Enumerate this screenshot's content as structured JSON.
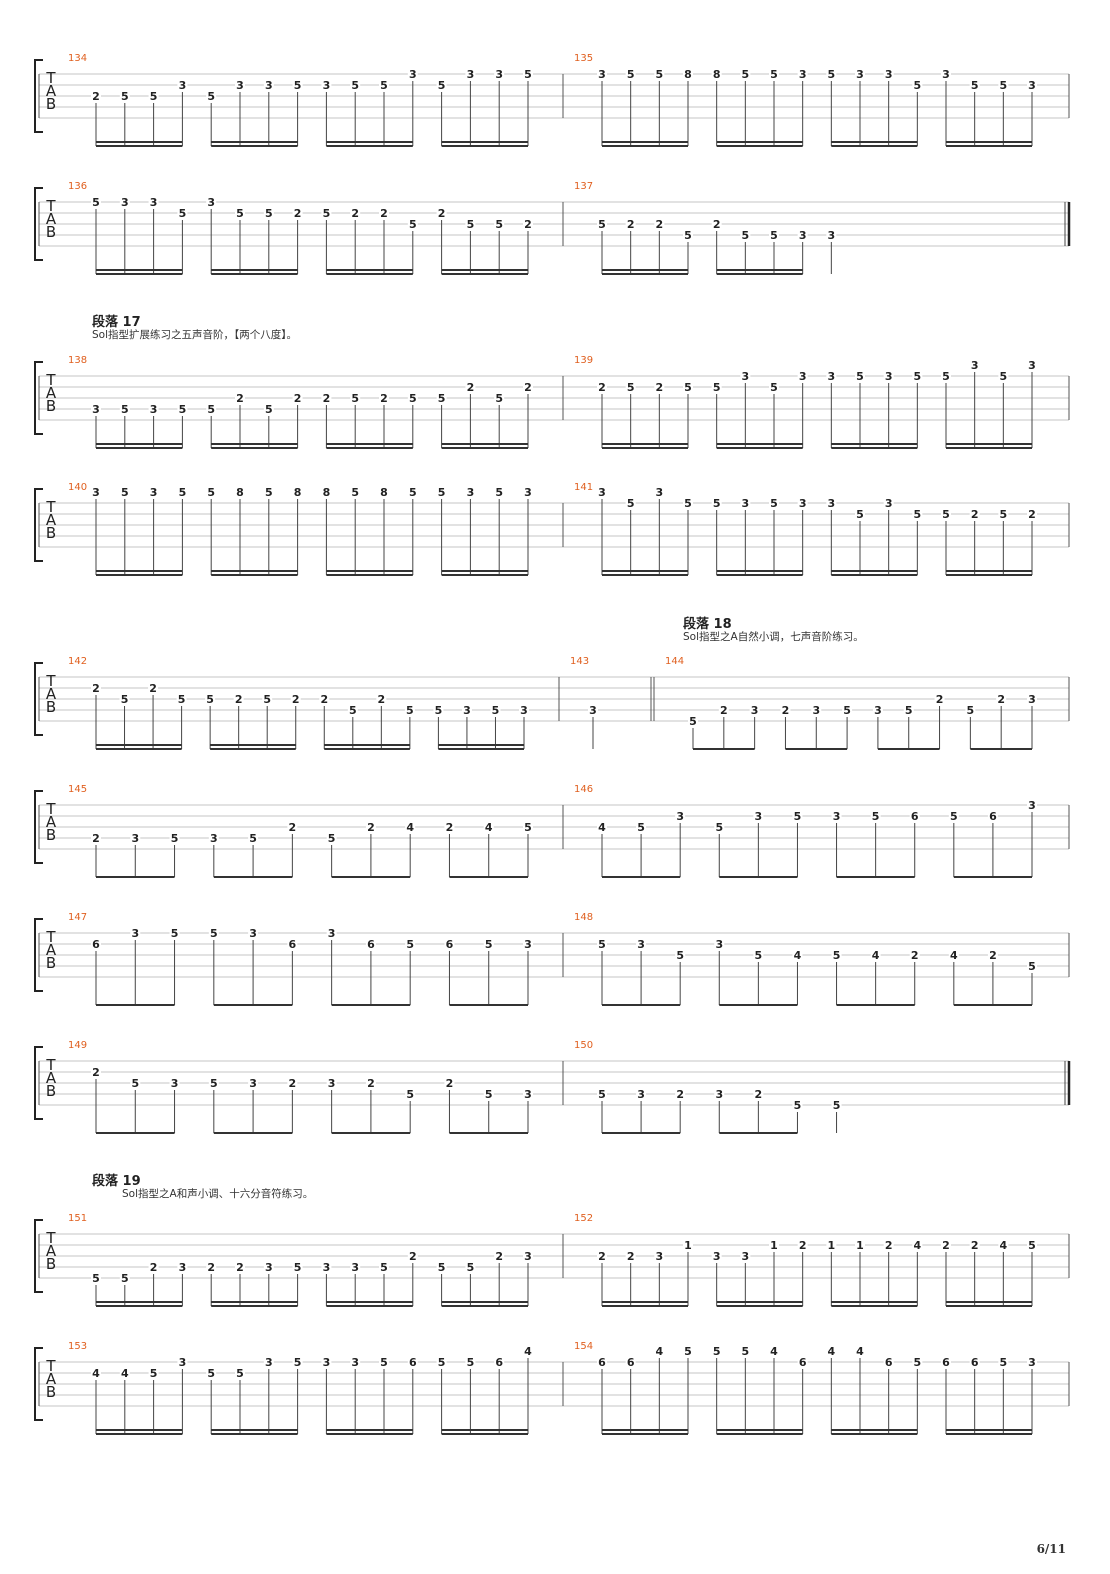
{
  "page_number": "6/11",
  "tab_letters": [
    "T",
    "A",
    "B"
  ],
  "sections": [
    {
      "heading": "段落 17",
      "description": "Sol指型扩展练习之五声音阶，【两个八度】。"
    },
    {
      "heading": "段落 18",
      "description": "Sol指型之A自然小调，七声音阶练习。"
    },
    {
      "heading": "段落 19",
      "description": "Sol指型之A和声小调、十六分音符练习。"
    }
  ],
  "systems": [
    {
      "measures": [
        {
          "number": "134",
          "groups": [
            [
              "2:2",
              "5:2",
              "5:2",
              "3:1"
            ],
            [
              "5:2",
              "3:1",
              "3:1",
              "5:1"
            ],
            [
              "3:1",
              "5:1",
              "5:1",
              "3:0"
            ],
            [
              "5:1",
              "3:0",
              "3:0",
              "5:0"
            ]
          ],
          "beam": "double"
        },
        {
          "number": "135",
          "groups": [
            [
              "3:0",
              "5:0",
              "5:0",
              "8:0"
            ],
            [
              "8:0",
              "5:0",
              "5:0",
              "3:0"
            ],
            [
              "5:0",
              "3:0",
              "3:0",
              "5:1"
            ],
            [
              "3:0",
              "5:1",
              "5:1",
              "3:1"
            ]
          ],
          "beam": "double"
        }
      ]
    },
    {
      "measures": [
        {
          "number": "136",
          "groups": [
            [
              "5:0",
              "3:0",
              "3:0",
              "5:1"
            ],
            [
              "3:0",
              "5:1",
              "5:1",
              "2:1"
            ],
            [
              "5:1",
              "2:1",
              "2:1",
              "5:2"
            ],
            [
              "2:1",
              "5:2",
              "5:2",
              "2:2"
            ]
          ],
          "beam": "double"
        },
        {
          "number": "137",
          "groups": [
            [
              "5:2",
              "2:2",
              "2:2",
              "5:3"
            ],
            [
              "2:2",
              "5:3",
              "5:3",
              "3:3"
            ],
            [
              "3:3"
            ]
          ],
          "beam": "double"
        }
      ],
      "final_bar": true
    },
    {
      "measures": [
        {
          "number": "138",
          "groups": [
            [
              "3:3",
              "5:3",
              "3:3",
              "5:3"
            ],
            [
              "5:3",
              "2:2",
              "5:3",
              "2:2"
            ],
            [
              "2:2",
              "5:2",
              "2:2",
              "5:2"
            ],
            [
              "5:2",
              "2:1",
              "5:2",
              "2:1"
            ]
          ],
          "beam": "double"
        },
        {
          "number": "139",
          "groups": [
            [
              "2:1",
              "5:1",
              "2:1",
              "5:1"
            ],
            [
              "5:1",
              "3:0",
              "5:1",
              "3:0"
            ],
            [
              "3:0",
              "5:0",
              "3:0",
              "5:0"
            ],
            [
              "5:0",
              "3:-1",
              "5:0",
              "3:-1"
            ]
          ],
          "beam": "double"
        }
      ]
    },
    {
      "measures": [
        {
          "number": "140",
          "groups": [
            [
              "3:-1",
              "5:-1",
              "3:-1",
              "5:-1"
            ],
            [
              "5:-1",
              "8:-1",
              "5:-1",
              "8:-1"
            ],
            [
              "8:-1",
              "5:-1",
              "8:-1",
              "5:-1"
            ],
            [
              "5:-1",
              "3:-1",
              "5:-1",
              "3:-1"
            ]
          ],
          "beam": "double"
        },
        {
          "number": "141",
          "groups": [
            [
              "3:-1",
              "5:0",
              "3:-1",
              "5:0"
            ],
            [
              "5:0",
              "3:0",
              "5:0",
              "3:0"
            ],
            [
              "3:0",
              "5:1",
              "3:0",
              "5:1"
            ],
            [
              "5:1",
              "2:1",
              "5:1",
              "2:1"
            ]
          ],
          "beam": "double"
        }
      ]
    },
    {
      "measures": [
        {
          "number": "142",
          "groups": [
            [
              "2:1",
              "5:2",
              "2:1",
              "5:2"
            ],
            [
              "5:2",
              "2:2",
              "5:2",
              "2:2"
            ],
            [
              "2:2",
              "5:3",
              "2:2",
              "5:3"
            ],
            [
              "5:3",
              "3:3",
              "5:3",
              "3:3"
            ]
          ],
          "beam": "double"
        },
        {
          "number": "143",
          "groups": [
            [
              "3:3"
            ]
          ],
          "beam": "none"
        },
        {
          "number": "144",
          "groups": [
            [
              "5:4",
              "2:3",
              "3:3"
            ],
            [
              "2:3",
              "3:3",
              "5:3"
            ],
            [
              "3:3",
              "5:3",
              "2:2"
            ],
            [
              "5:3",
              "2:2",
              "3:2"
            ]
          ],
          "beam": "single"
        }
      ]
    },
    {
      "measures": [
        {
          "number": "145",
          "groups": [
            [
              "2:3",
              "3:3",
              "5:3"
            ],
            [
              "3:3",
              "5:3",
              "2:2"
            ],
            [
              "5:3",
              "2:2",
              "4:2"
            ],
            [
              "2:2",
              "4:2",
              "5:2"
            ]
          ],
          "beam": "single"
        },
        {
          "number": "146",
          "groups": [
            [
              "4:2",
              "5:2",
              "3:1"
            ],
            [
              "5:2",
              "3:1",
              "5:1"
            ],
            [
              "3:1",
              "5:1",
              "6:1"
            ],
            [
              "5:1",
              "6:1",
              "3:0"
            ]
          ],
          "beam": "single"
        }
      ]
    },
    {
      "measures": [
        {
          "number": "147",
          "groups": [
            [
              "6:1",
              "3:0",
              "5:0"
            ],
            [
              "5:0",
              "3:0",
              "6:1"
            ],
            [
              "3:0",
              "6:1",
              "5:1"
            ],
            [
              "6:1",
              "5:1",
              "3:1"
            ]
          ],
          "beam": "single"
        },
        {
          "number": "148",
          "groups": [
            [
              "5:1",
              "3:1",
              "5:2"
            ],
            [
              "3:1",
              "5:2",
              "4:2"
            ],
            [
              "5:2",
              "4:2",
              "2:2"
            ],
            [
              "4:2",
              "2:2",
              "5:3"
            ]
          ],
          "beam": "single"
        }
      ]
    },
    {
      "measures": [
        {
          "number": "149",
          "groups": [
            [
              "2:1",
              "5:2",
              "3:2"
            ],
            [
              "5:2",
              "3:2",
              "2:2"
            ],
            [
              "3:2",
              "2:2",
              "5:3"
            ],
            [
              "2:2",
              "5:3",
              "3:3"
            ]
          ],
          "beam": "single"
        },
        {
          "number": "150",
          "groups": [
            [
              "5:3",
              "3:3",
              "2:3"
            ],
            [
              "3:3",
              "2:3",
              "5:4"
            ],
            [
              "5:4"
            ]
          ],
          "beam": "single"
        }
      ],
      "final_bar": true
    },
    {
      "measures": [
        {
          "number": "151",
          "groups": [
            [
              "5:4",
              "5:4",
              "2:3",
              "3:3"
            ],
            [
              "2:3",
              "2:3",
              "3:3",
              "5:3"
            ],
            [
              "3:3",
              "3:3",
              "5:3",
              "2:2"
            ],
            [
              "5:3",
              "5:3",
              "2:2",
              "3:2"
            ]
          ],
          "beam": "double"
        },
        {
          "number": "152",
          "groups": [
            [
              "2:2",
              "2:2",
              "3:2",
              "1:1"
            ],
            [
              "3:2",
              "3:2",
              "1:1",
              "2:1"
            ],
            [
              "1:1",
              "1:1",
              "2:1",
              "4:1"
            ],
            [
              "2:1",
              "2:1",
              "4:1",
              "5:1"
            ]
          ],
          "beam": "double"
        }
      ]
    },
    {
      "measures": [
        {
          "number": "153",
          "groups": [
            [
              "4:1",
              "4:1",
              "5:1",
              "3:0"
            ],
            [
              "5:1",
              "5:1",
              "3:0",
              "5:0"
            ],
            [
              "3:0",
              "3:0",
              "5:0",
              "6:0"
            ],
            [
              "5:0",
              "5:0",
              "6:0",
              "4:-1"
            ]
          ],
          "beam": "double"
        },
        {
          "number": "154",
          "groups": [
            [
              "6:0",
              "6:0",
              "4:-1",
              "5:-1"
            ],
            [
              "5:-1",
              "5:-1",
              "4:-1",
              "6:0"
            ],
            [
              "4:-1",
              "4:-1",
              "6:0",
              "5:0"
            ],
            [
              "6:0",
              "6:0",
              "5:0",
              "3:0"
            ]
          ],
          "beam": "double"
        }
      ]
    }
  ]
}
